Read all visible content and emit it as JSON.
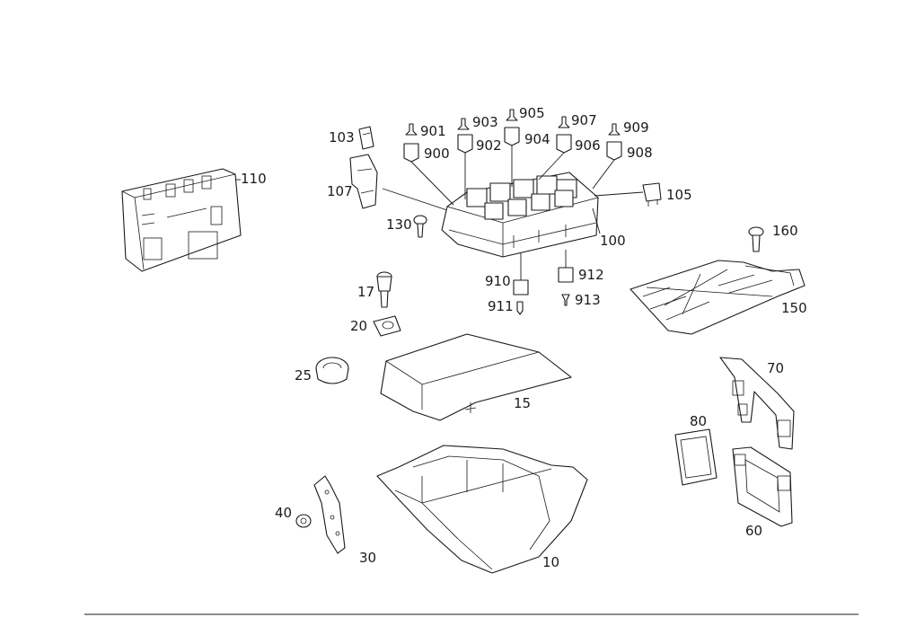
{
  "diagram": {
    "labels": {
      "p110": "110",
      "p103": "103",
      "p107": "107",
      "p130": "130",
      "p901": "901",
      "p903": "903",
      "p905": "905",
      "p907": "907",
      "p909": "909",
      "p900": "900",
      "p902": "902",
      "p904": "904",
      "p906": "906",
      "p908": "908",
      "p105": "105",
      "p100": "100",
      "p160": "160",
      "p150": "150",
      "p17": "17",
      "p910": "910",
      "p912": "912",
      "p911": "911",
      "p913": "913",
      "p20": "20",
      "p25": "25",
      "p15": "15",
      "p70": "70",
      "p80": "80",
      "p60": "60",
      "p40": "40",
      "p30": "30",
      "p10": "10"
    }
  }
}
